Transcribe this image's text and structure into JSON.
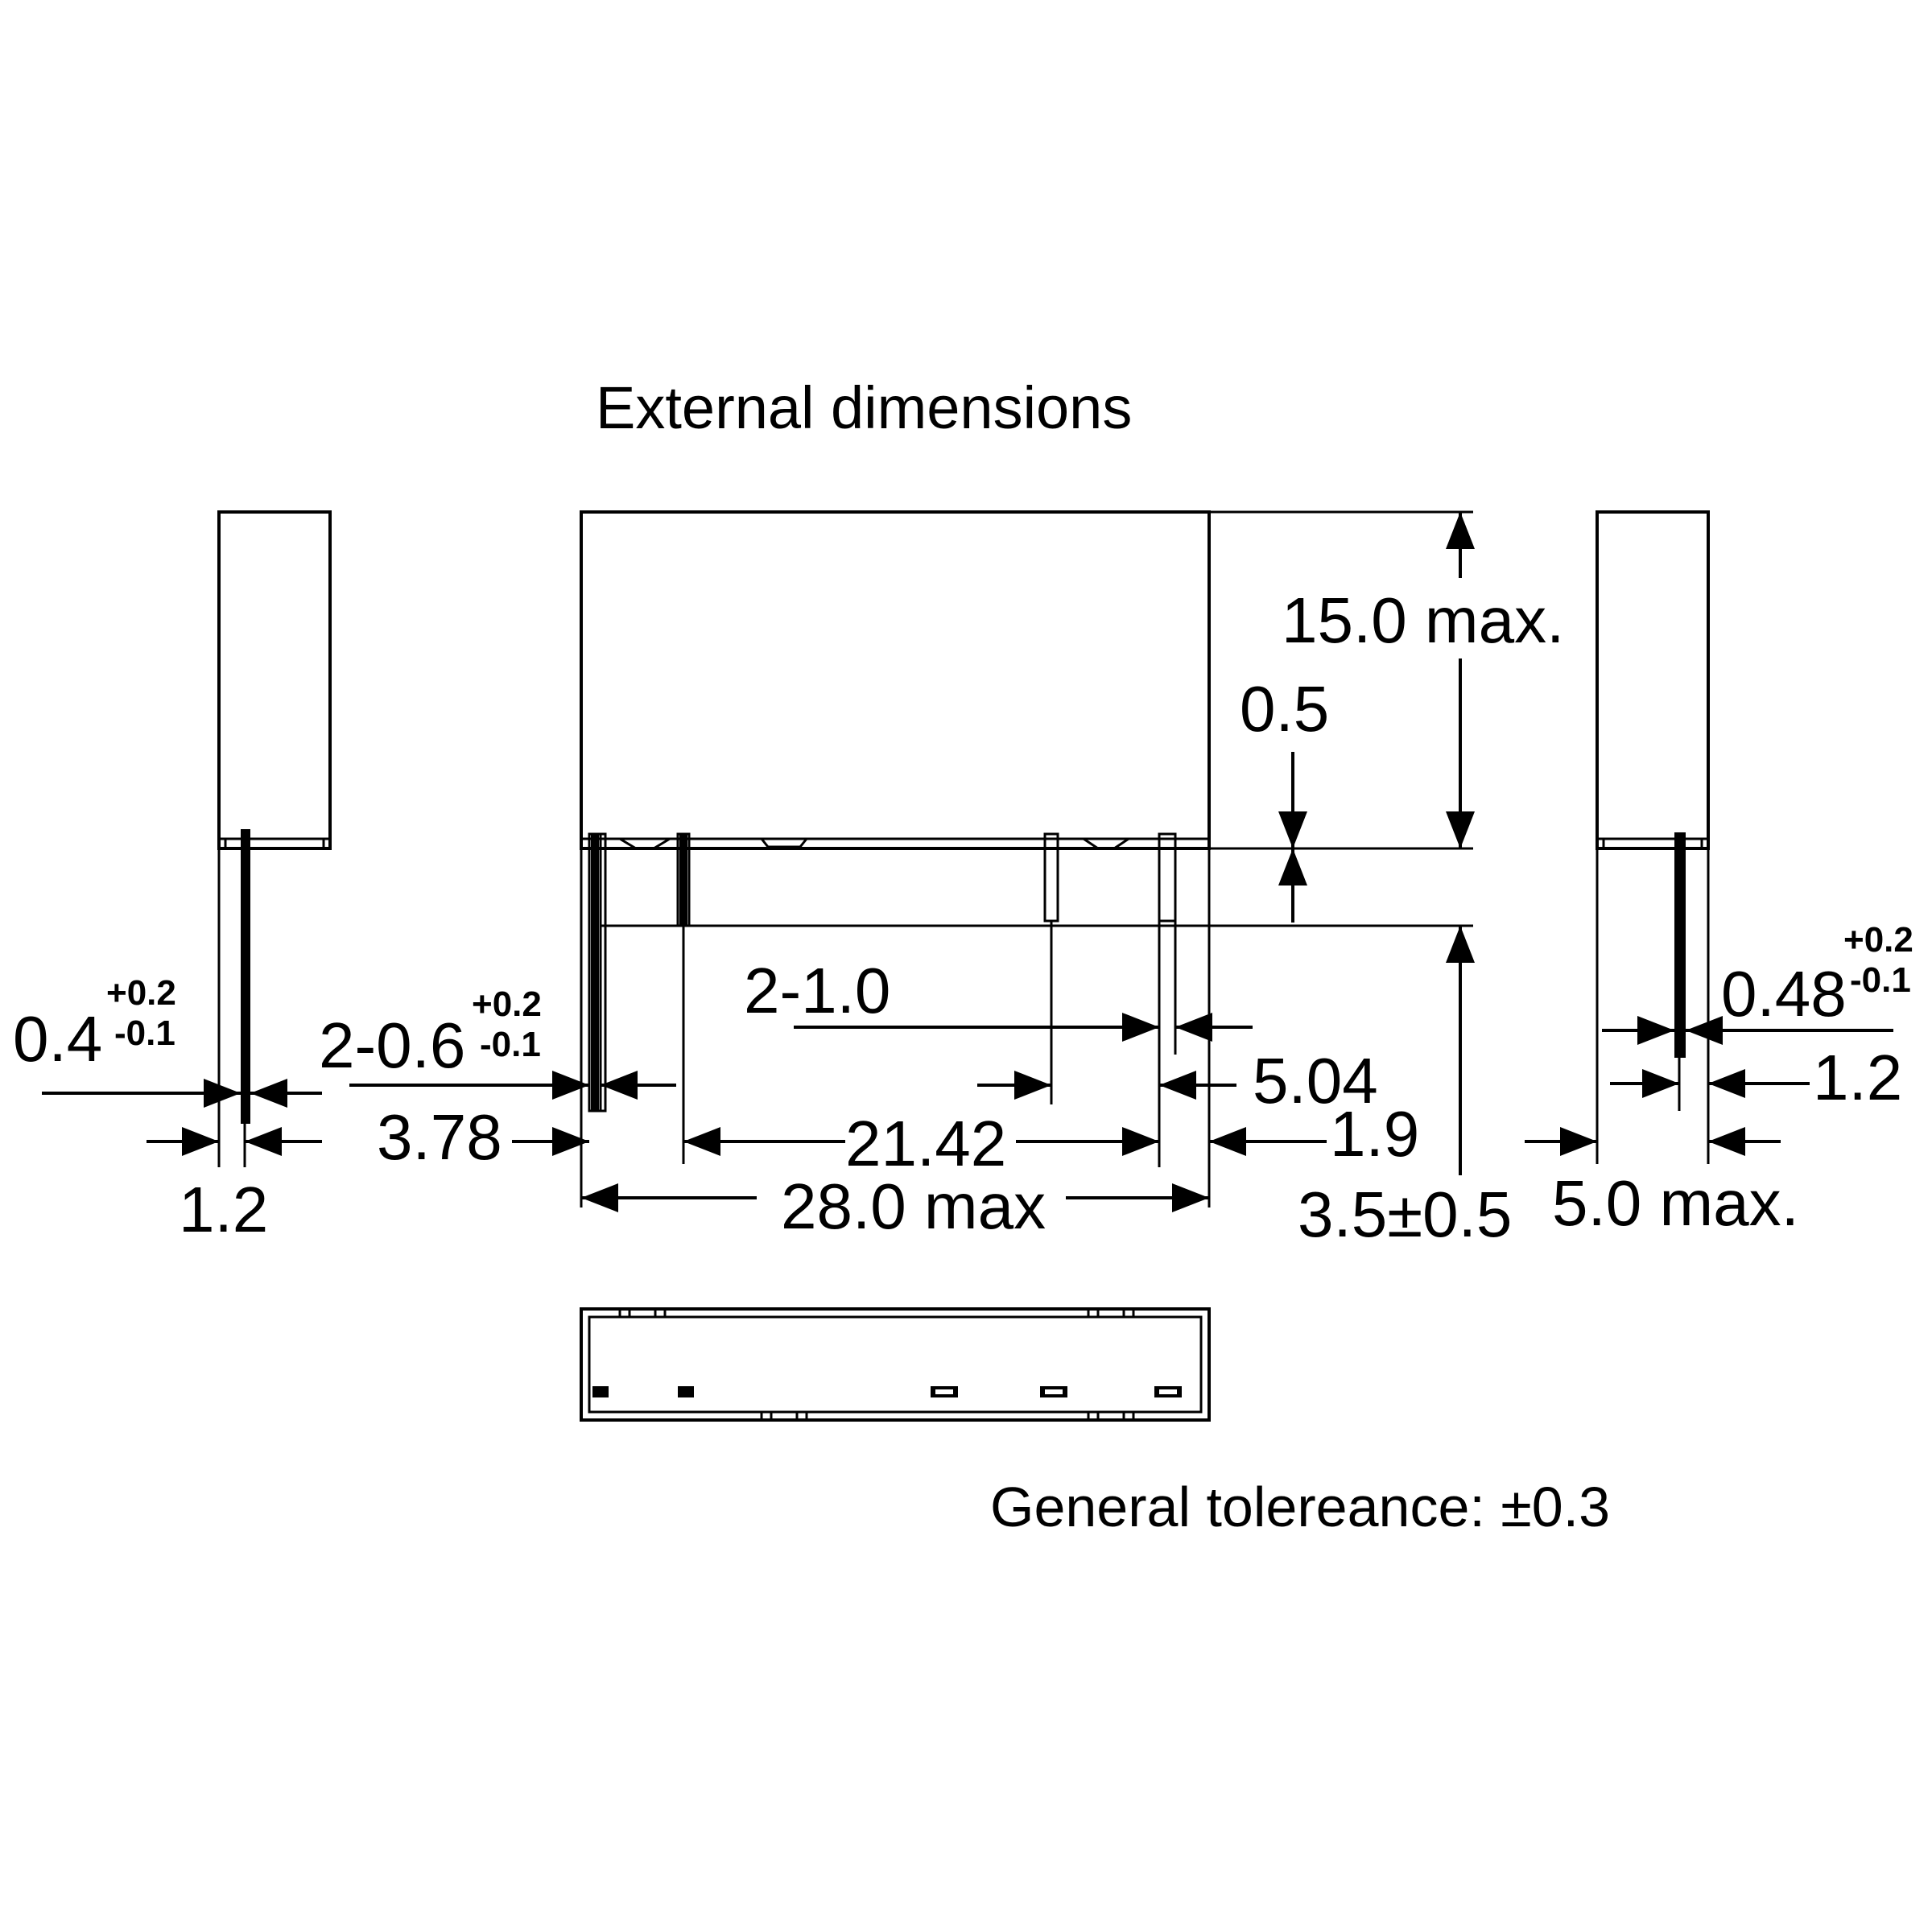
{
  "title": "External dimensions",
  "note": "General tolereance: ±0.3",
  "left_view": {
    "lead_width": "0.4",
    "lead_width_tol_plus": "+0.2",
    "lead_width_tol_minus": "-0.1",
    "pitch": "1.2"
  },
  "front_view": {
    "pin_width": "2-0.6",
    "pin_width_tol_plus": "+0.2",
    "pin_width_tol_minus": "-0.1",
    "pin_width_2": "2-1.0",
    "offset_left": "3.78",
    "span_main": "21.42",
    "span_right": "5.04",
    "offset_right": "1.9",
    "length_max": "28.0 max",
    "height_max": "15.0 max.",
    "standoff": "0.5",
    "lead_length": "3.5±0.5"
  },
  "right_view": {
    "lead_width": "0.48",
    "lead_width_tol_plus": "+0.2",
    "lead_width_tol_minus": "-0.1",
    "pitch": "1.2",
    "width_max": "5.0 max."
  }
}
